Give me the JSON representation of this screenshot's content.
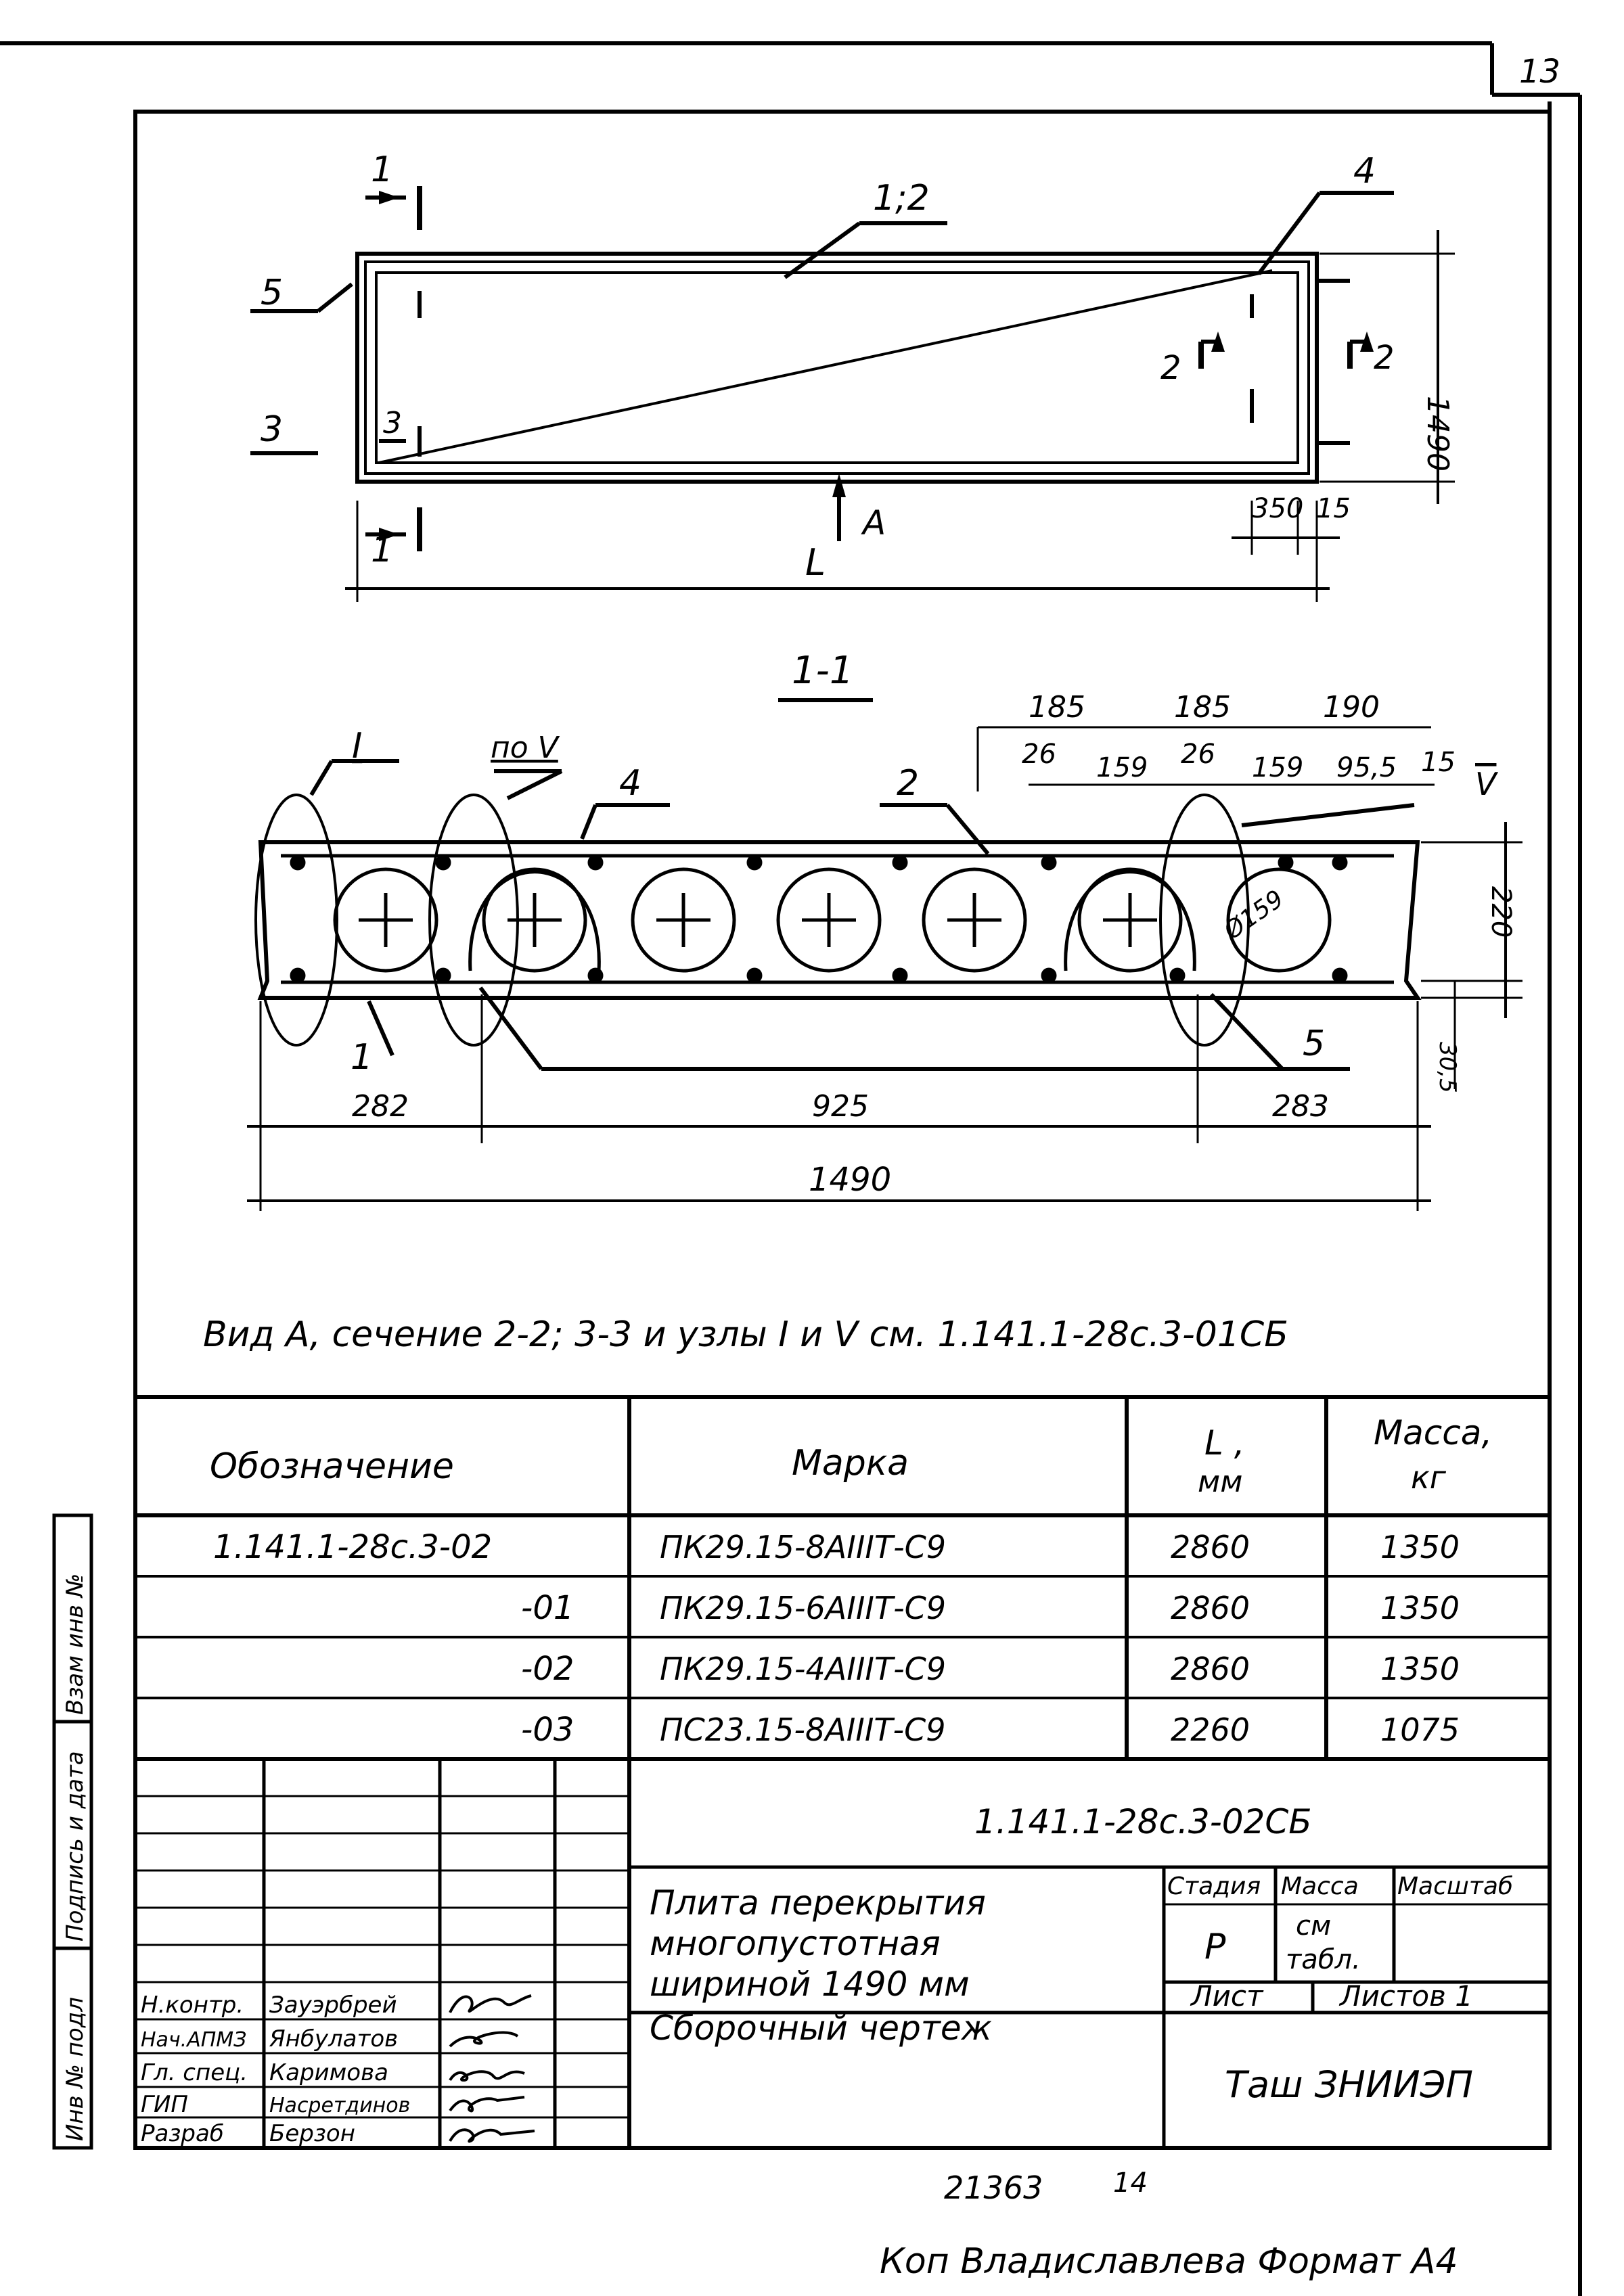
{
  "page": {
    "sheet_number": "13",
    "bottom_number": "21363",
    "bottom_sub_number": "14",
    "copy_line": "Коп  Владиславлева  Формат А4"
  },
  "plan_view": {
    "callout_section_1": "1",
    "callout_12": "1;2",
    "callout_4": "4",
    "callout_5": "5",
    "callout_3_left": "3",
    "callout_3_inner": "3",
    "callout_section_2": "2",
    "arrow_A": "А",
    "dim_L": "L",
    "dim_width": "1490",
    "dim_350": "350",
    "dim_15": "15"
  },
  "section_view": {
    "title": "1-1",
    "node_I": "I",
    "node_V_label": "по V",
    "node_V": "V",
    "callout_4": "4",
    "callout_2": "2",
    "callout_1": "1",
    "callout_5": "5",
    "dims": {
      "top_185_a": "185",
      "top_185_b": "185",
      "top_190": "190",
      "d26_a": "26",
      "d159_a": "159",
      "d26_b": "26",
      "d159_b": "159",
      "d95_5": "95,5",
      "d15": "15",
      "h220": "220",
      "h30_5": "30,5",
      "diam": "Ø159",
      "b282": "282",
      "b925": "925",
      "b283": "283",
      "total": "1490"
    }
  },
  "note": "Вид А, сечение  2-2; 3-3 и узлы I  и V  см. 1.141.1-28с.3-01СБ",
  "table": {
    "headers": {
      "designation": "Обозначение",
      "mark": "Марка",
      "length_line1": "L ,",
      "length_line2": "мм",
      "mass_line1": "Масса,",
      "mass_line2": "кг"
    },
    "rows": [
      {
        "designation": "1.141.1-28с.3-02",
        "mark": "ПК29.15-8АIIIТ-С9",
        "length": "2860",
        "mass": "1350"
      },
      {
        "designation": "-01",
        "mark": "ПК29.15-6АIIIТ-С9",
        "length": "2860",
        "mass": "1350"
      },
      {
        "designation": "-02",
        "mark": "ПК29.15-4АIIIТ-С9",
        "length": "2860",
        "mass": "1350"
      },
      {
        "designation": "-03",
        "mark": "ПС23.15-8АIIIТ-С9",
        "length": "2260",
        "mass": "1075"
      }
    ]
  },
  "title_block": {
    "doc_code": "1.141.1-28с.3-02СБ",
    "title_lines": [
      "Плита  перекрытия",
      "многопустотная",
      "шириной  1490 мм",
      "Сборочный  чертеж"
    ],
    "stage_label": "Стадия",
    "mass_label": "Масса",
    "scale_label": "Масштаб",
    "stage_value": "Р",
    "mass_value_line1": "см",
    "mass_value_line2": "табл.",
    "sheet_label": "Лист",
    "sheets_label": "Листов 1",
    "org": "Таш ЗНИИЭП",
    "roles": [
      {
        "role": "Н.контр.",
        "name": "Зауэрбрей"
      },
      {
        "role": "Нач.АПМЗ",
        "name": "Янбулатов"
      },
      {
        "role": "Гл. спец.",
        "name": "Каримова"
      },
      {
        "role": "ГИП",
        "name": "Насретдинов"
      },
      {
        "role": "Разраб",
        "name": "Берзон"
      }
    ]
  },
  "side_stamp": {
    "inv_orig": "Инв № подл",
    "sign_date": "Подпись и дата",
    "replace_inv": "Взам инв №"
  }
}
